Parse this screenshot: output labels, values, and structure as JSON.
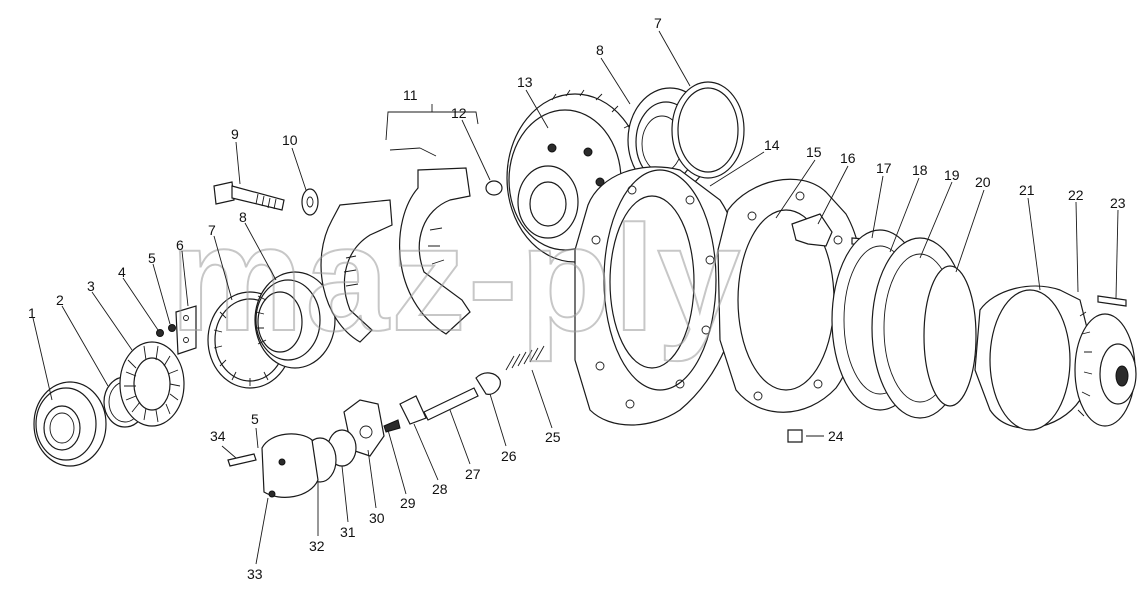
{
  "watermark": "maz-ply",
  "callouts": [
    {
      "id": "1",
      "label": "1"
    },
    {
      "id": "2",
      "label": "2"
    },
    {
      "id": "3",
      "label": "3"
    },
    {
      "id": "4",
      "label": "4"
    },
    {
      "id": "5a",
      "label": "5"
    },
    {
      "id": "6",
      "label": "6"
    },
    {
      "id": "7a",
      "label": "7"
    },
    {
      "id": "8a",
      "label": "8"
    },
    {
      "id": "9",
      "label": "9"
    },
    {
      "id": "10",
      "label": "10"
    },
    {
      "id": "11",
      "label": "11"
    },
    {
      "id": "12",
      "label": "12"
    },
    {
      "id": "13",
      "label": "13"
    },
    {
      "id": "8b",
      "label": "8"
    },
    {
      "id": "7b",
      "label": "7"
    },
    {
      "id": "14",
      "label": "14"
    },
    {
      "id": "15",
      "label": "15"
    },
    {
      "id": "16",
      "label": "16"
    },
    {
      "id": "17",
      "label": "17"
    },
    {
      "id": "18",
      "label": "18"
    },
    {
      "id": "19",
      "label": "19"
    },
    {
      "id": "20",
      "label": "20"
    },
    {
      "id": "21",
      "label": "21"
    },
    {
      "id": "22",
      "label": "22"
    },
    {
      "id": "23",
      "label": "23"
    },
    {
      "id": "24",
      "label": "24"
    },
    {
      "id": "25",
      "label": "25"
    },
    {
      "id": "26",
      "label": "26"
    },
    {
      "id": "27",
      "label": "27"
    },
    {
      "id": "28",
      "label": "28"
    },
    {
      "id": "29",
      "label": "29"
    },
    {
      "id": "30",
      "label": "30"
    },
    {
      "id": "31",
      "label": "31"
    },
    {
      "id": "32",
      "label": "32"
    },
    {
      "id": "33",
      "label": "33"
    },
    {
      "id": "34",
      "label": "34"
    },
    {
      "id": "5b",
      "label": "5"
    }
  ]
}
